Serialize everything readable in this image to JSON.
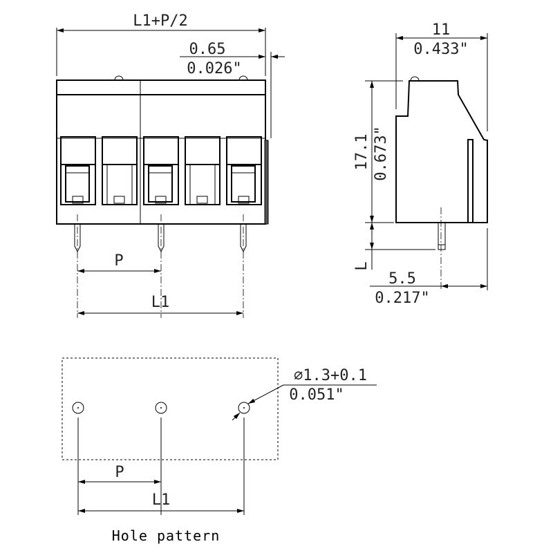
{
  "front_view": {
    "overall_label": "L1+P/2",
    "offset_mm": "0.65",
    "offset_in": "0.026\"",
    "pitch_label": "P",
    "length_label": "L1",
    "terminal_count": 5,
    "pin_count": 3
  },
  "side_view": {
    "width_mm": "11",
    "width_in": "0.433\"",
    "height_mm": "17.1",
    "height_in": "0.673\"",
    "pin_length_label": "L",
    "pin_offset_mm": "5.5",
    "pin_offset_in": "0.217\""
  },
  "hole_pattern": {
    "hole_dia_mm": "∅1.3+0.1",
    "hole_dia_in": "0.051\"",
    "pitch_label": "P",
    "length_label": "L1",
    "caption": "Hole pattern",
    "hole_count": 3
  }
}
